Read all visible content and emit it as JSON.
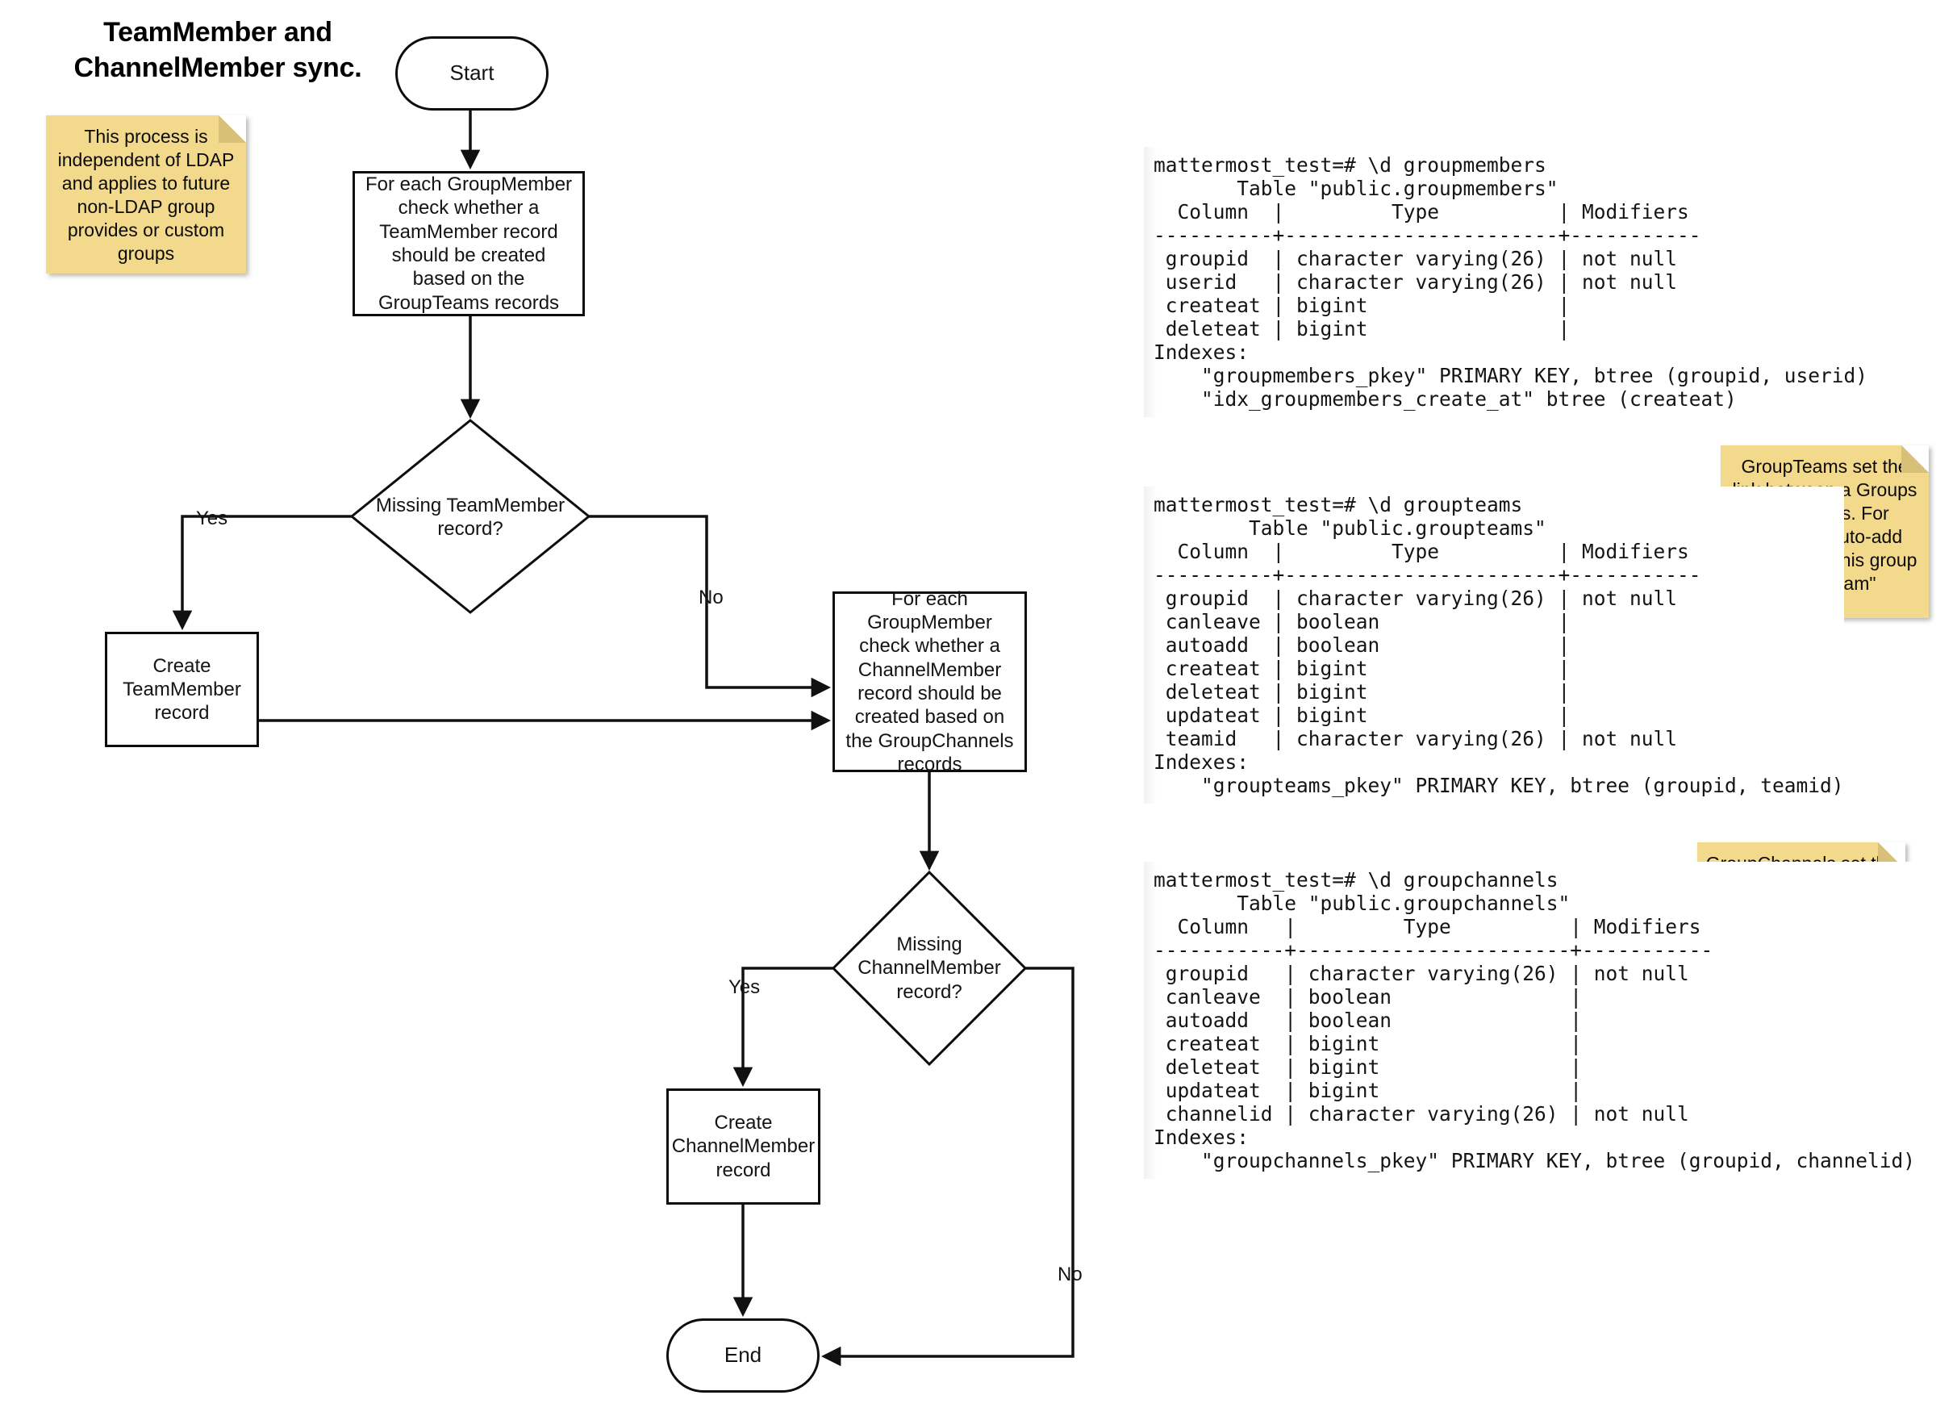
{
  "title": {
    "line1": "TeamMember and",
    "line2": "ChannelMember sync."
  },
  "colors": {
    "note_fill": "#f2d98c",
    "note_fold": "#d9c079",
    "node_stroke": "#0d0d0d",
    "node_fill": "#ffffff",
    "text": "#141414"
  },
  "notes": {
    "ldap": "This process is independent of LDAP and applies to future non-LDAP group provides or custom groups",
    "groupteams": "GroupTeams set the link between a Groups and Teams. For example \"auto-add members of this group to this team\"",
    "groupchannels": "GroupChannels set the link between a Groups and Channels. For example \"auto-add members of this group to this channel\""
  },
  "flowchart": {
    "start": "Start",
    "process_teammember": "For each GroupMember check whether a TeamMember record should be created based on the GroupTeams records",
    "decision_teammember": "Missing TeamMember record?",
    "create_teammember": "Create TeamMember record",
    "process_channelmember": "For each GroupMember check whether a ChannelMember record should be created based on the GroupChannels records",
    "decision_channelmember": "Missing ChannelMember record?",
    "create_channelmember": "Create ChannelMember record",
    "end": "End",
    "labels": {
      "yes_1": "Yes",
      "no_1": "No",
      "yes_2": "Yes",
      "no_2": "No"
    }
  },
  "terminals": {
    "groupmembers": "mattermost_test=# \\d groupmembers\n       Table \"public.groupmembers\"\n  Column  |         Type          | Modifiers\n----------+-----------------------+-----------\n groupid  | character varying(26) | not null\n userid   | character varying(26) | not null\n createat | bigint                |\n deleteat | bigint                |\nIndexes:\n    \"groupmembers_pkey\" PRIMARY KEY, btree (groupid, userid)\n    \"idx_groupmembers_create_at\" btree (createat)",
    "groupteams": "mattermost_test=# \\d groupteams\n        Table \"public.groupteams\"\n  Column  |         Type          | Modifiers\n----------+-----------------------+-----------\n groupid  | character varying(26) | not null\n canleave | boolean               |\n autoadd  | boolean               |\n createat | bigint                |\n deleteat | bigint                |\n updateat | bigint                |\n teamid   | character varying(26) | not null\nIndexes:\n    \"groupteams_pkey\" PRIMARY KEY, btree (groupid, teamid)",
    "groupchannels": "mattermost_test=# \\d groupchannels\n       Table \"public.groupchannels\"\n  Column   |         Type          | Modifiers\n-----------+-----------------------+-----------\n groupid   | character varying(26) | not null\n canleave  | boolean               |\n autoadd   | boolean               |\n createat  | bigint                |\n deleteat  | bigint                |\n updateat  | bigint                |\n channelid | character varying(26) | not null\nIndexes:\n    \"groupchannels_pkey\" PRIMARY KEY, btree (groupid, channelid)"
  }
}
